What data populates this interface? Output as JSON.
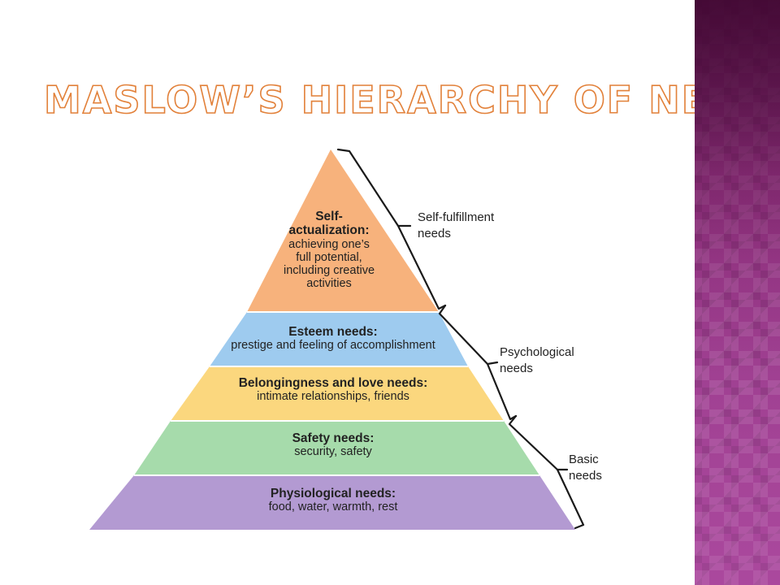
{
  "slide": {
    "title": "MASLOW’S HIERARCHY OF NEEDS",
    "colors": {
      "title_outline": "#e2813a",
      "strip": "#9a3c8c"
    }
  },
  "pyramid": {
    "tiers": [
      {
        "name": "Self-\nactualization:",
        "description": "achieving one’s\nfull potential,\nincluding creative\nactivities",
        "color": "#f7b27c"
      },
      {
        "name": "Esteem needs:",
        "description": "prestige and feeling of accomplishment",
        "color": "#9ecbef"
      },
      {
        "name": "Belongingness and love needs:",
        "description": "intimate relationships, friends",
        "color": "#fbd77e"
      },
      {
        "name": "Safety needs:",
        "description": "security, safety",
        "color": "#a6dbab"
      },
      {
        "name": "Physiological needs:",
        "description": "food, water, warmth, rest",
        "color": "#b39ad2"
      }
    ],
    "groups": [
      {
        "label": "Self-fulfillment\nneeds"
      },
      {
        "label": "Psychological\nneeds"
      },
      {
        "label": "Basic\nneeds"
      }
    ]
  }
}
